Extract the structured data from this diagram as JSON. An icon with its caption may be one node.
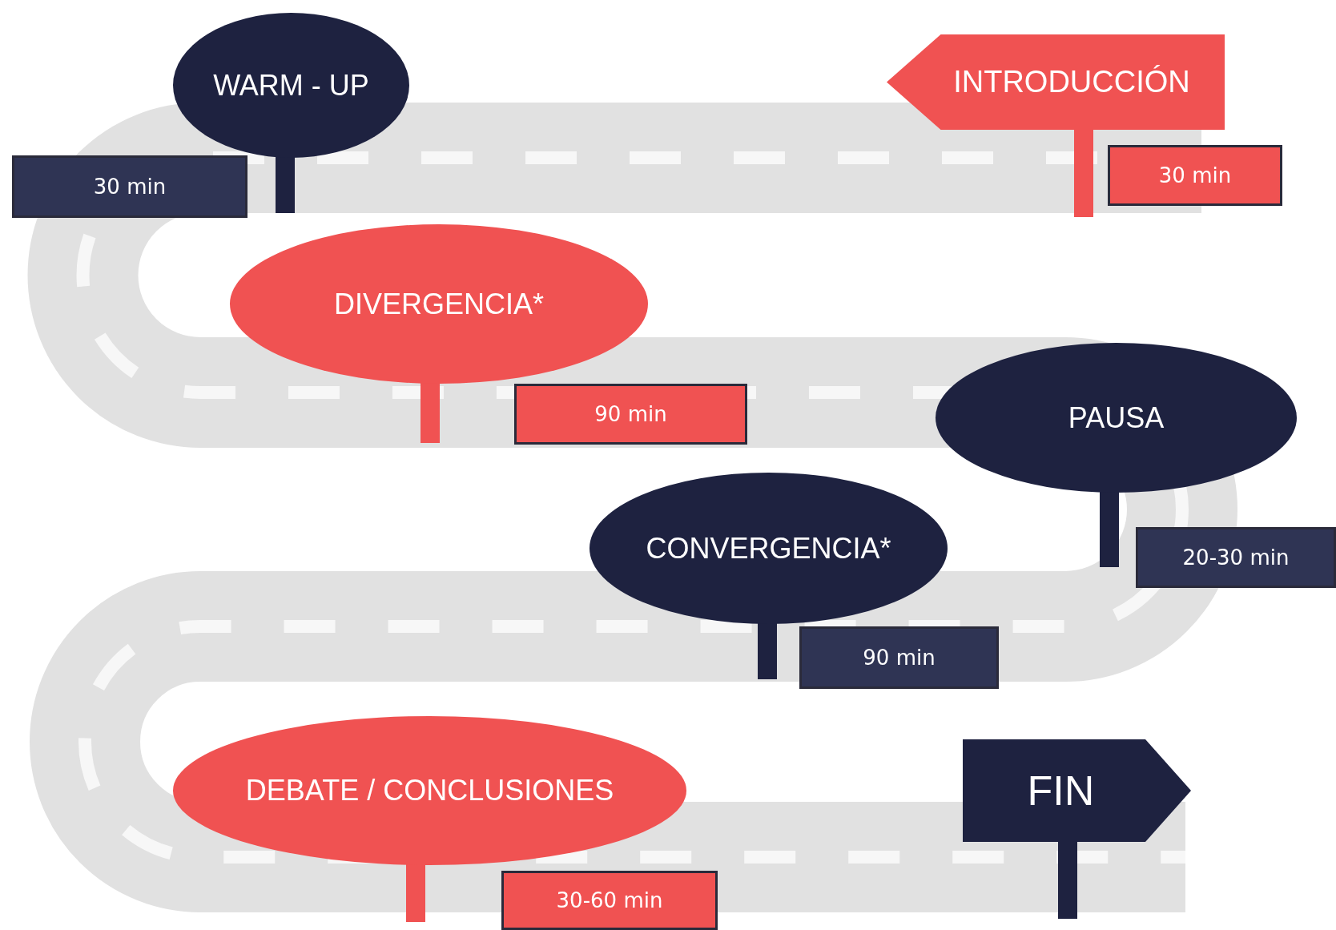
{
  "diagram": {
    "nodes": [
      {
        "text": [
          "INTRODUCCIÓN"
        ],
        "beside": [
          "30 min"
        ]
      },
      {
        "text": [
          "WARM - UP"
        ],
        "beside": [
          "30 min"
        ]
      },
      {
        "text": [
          "DIVERGENCIA*"
        ],
        "beside": [
          "90 min"
        ]
      },
      {
        "text": [
          "PAUSA"
        ],
        "beside": [
          "20-30 min"
        ]
      },
      {
        "text": [
          "CONVERGENCIA*"
        ],
        "beside": [
          "90 min"
        ]
      },
      {
        "text": [
          "DEBATE / CONCLUSIONES"
        ],
        "beside": [
          "30-60 min"
        ]
      },
      {
        "text": [
          "FIN"
        ]
      }
    ],
    "edges": []
  }
}
